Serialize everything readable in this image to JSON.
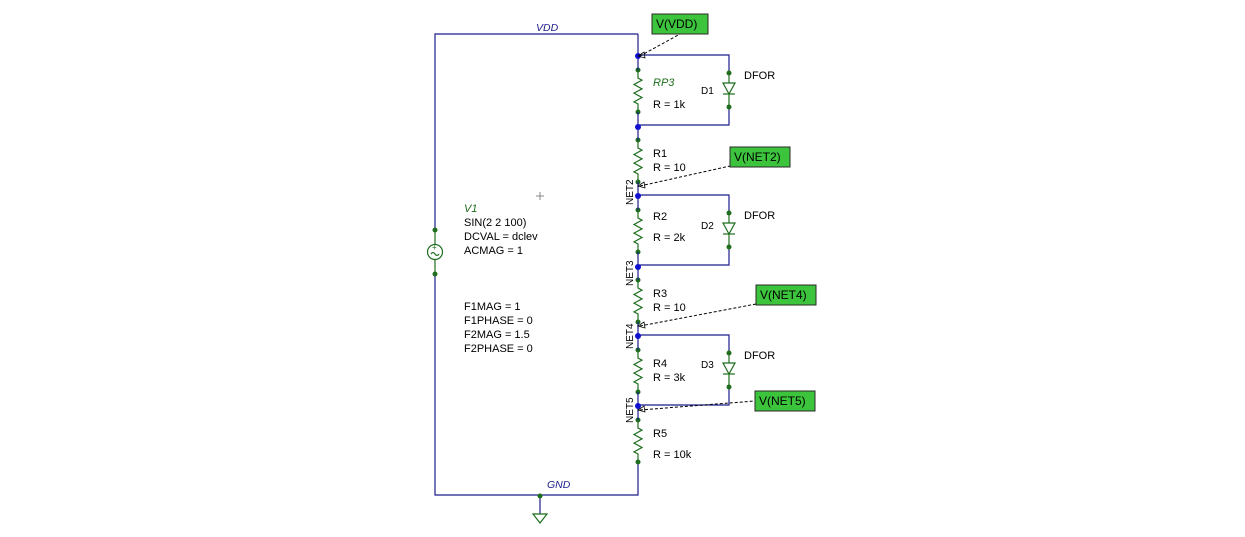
{
  "nets": {
    "vdd": "VDD",
    "gnd": "GND",
    "net2": "NET2",
    "net3": "NET3",
    "net4": "NET4",
    "net5": "NET5"
  },
  "source": {
    "name": "V1",
    "params": [
      "SIN(2 2 100)",
      "DCVAL = dclev",
      "ACMAG = 1"
    ],
    "params2": [
      "F1MAG = 1",
      "F1PHASE = 0",
      "F2MAG = 1.5",
      "F2PHASE = 0"
    ]
  },
  "resistors": [
    {
      "name": "RP3",
      "value": "R = 1k"
    },
    {
      "name": "R1",
      "value": "R = 10"
    },
    {
      "name": "R2",
      "value": "R = 2k"
    },
    {
      "name": "R3",
      "value": "R = 10"
    },
    {
      "name": "R4",
      "value": "R = 3k"
    },
    {
      "name": "R5",
      "value": "R = 10k"
    }
  ],
  "diodes": [
    {
      "name": "D1",
      "model": "DFOR"
    },
    {
      "name": "D2",
      "model": "DFOR"
    },
    {
      "name": "D3",
      "model": "DFOR"
    }
  ],
  "probes": [
    "V(VDD)",
    "V(NET2)",
    "V(NET4)",
    "V(NET5)"
  ]
}
